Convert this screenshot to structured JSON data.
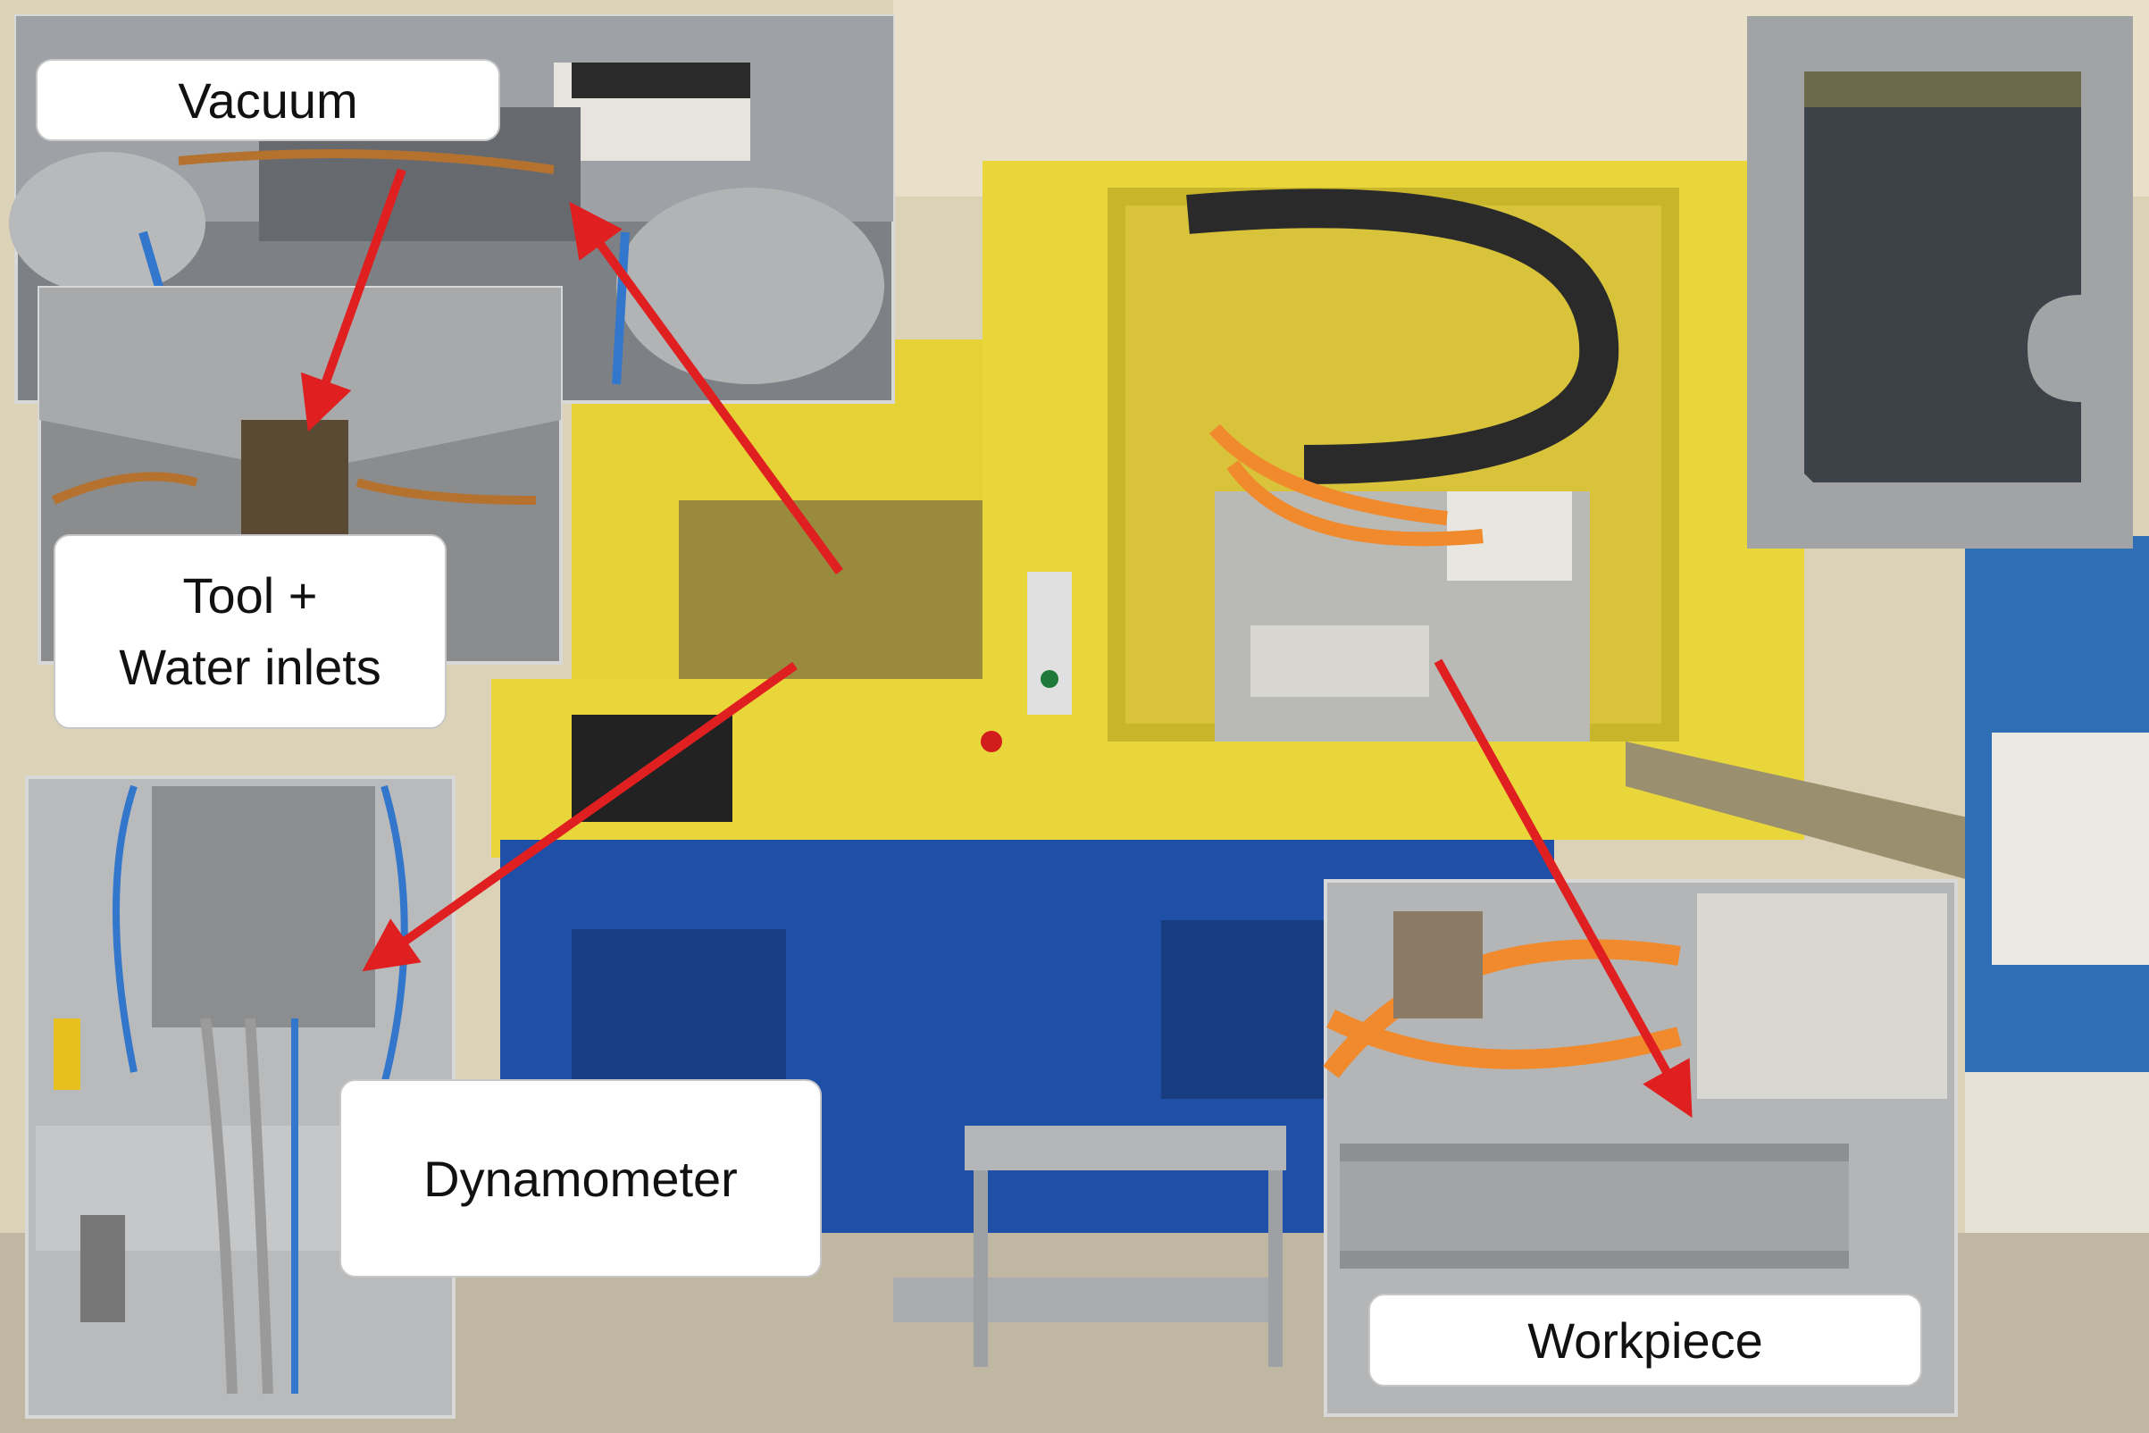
{
  "labels": {
    "vacuum": "Vacuum",
    "tool_line1": "Tool +",
    "tool_line2": "Water inlets",
    "dynamometer": "Dynamometer",
    "workpiece": "Workpiece"
  },
  "colors": {
    "machine_yellow": "#e9d63a",
    "machine_blue": "#1f4fa6",
    "arrow_red": "#e02020",
    "cable_orange": "#f08a2c",
    "steel": "#a9aaa6"
  }
}
